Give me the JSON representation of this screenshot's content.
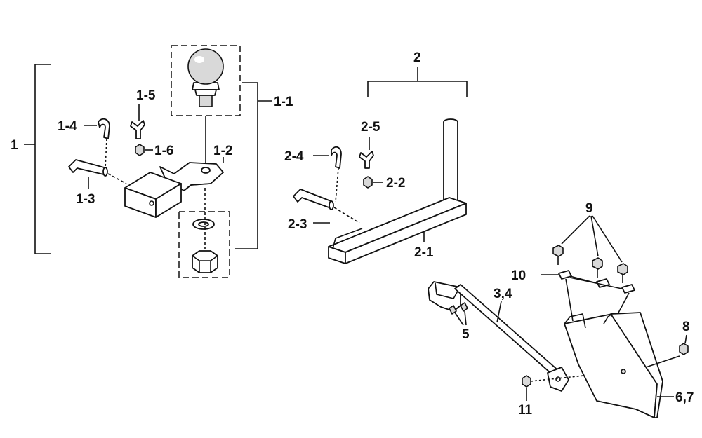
{
  "callouts": {
    "c1": "1",
    "c1_1": "1-1",
    "c1_2": "1-2",
    "c1_3": "1-3",
    "c1_4": "1-4",
    "c1_5": "1-5",
    "c1_6": "1-6",
    "c2": "2",
    "c2_1": "2-1",
    "c2_2": "2-2",
    "c2_3": "2-3",
    "c2_4": "2-4",
    "c2_5": "2-5",
    "c3_4": "3,4",
    "c5": "5",
    "c6_7": "6,7",
    "c8": "8",
    "c9": "9",
    "c10": "10",
    "c11": "11"
  }
}
